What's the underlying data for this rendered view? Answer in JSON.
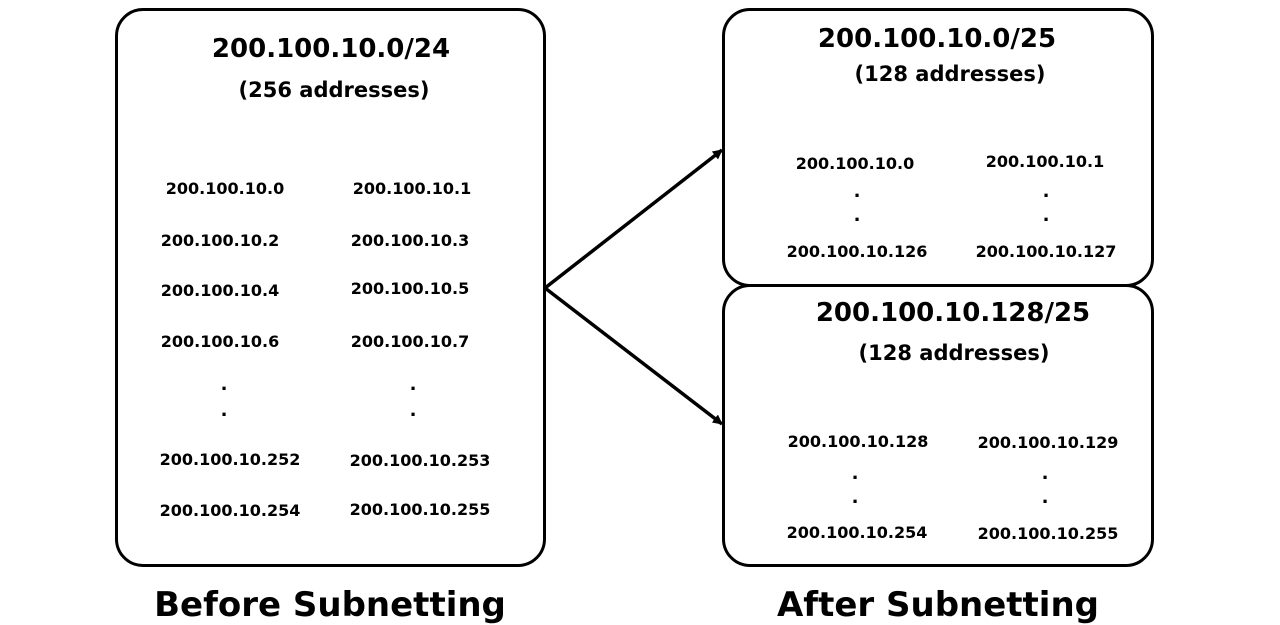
{
  "before": {
    "title": "200.100.10.0/24",
    "subtitle": "(256 addresses)",
    "addresses": {
      "a0": "200.100.10.0",
      "a1": "200.100.10.1",
      "a2": "200.100.10.2",
      "a3": "200.100.10.3",
      "a4": "200.100.10.4",
      "a5": "200.100.10.5",
      "a6": "200.100.10.6",
      "a7": "200.100.10.7",
      "a252": "200.100.10.252",
      "a253": "200.100.10.253",
      "a254": "200.100.10.254",
      "a255": "200.100.10.255"
    },
    "caption": "Before Subnetting"
  },
  "after": {
    "subnet1": {
      "title": "200.100.10.0/25",
      "subtitle": "(128 addresses)",
      "first_left": "200.100.10.0",
      "first_right": "200.100.10.1",
      "last_left": "200.100.10.126",
      "last_right": "200.100.10.127"
    },
    "subnet2": {
      "title": "200.100.10.128/25",
      "subtitle": "(128 addresses)",
      "first_left": "200.100.10.128",
      "first_right": "200.100.10.129",
      "last_left": "200.100.10.254",
      "last_right": "200.100.10.255"
    },
    "caption": "After Subnetting"
  },
  "ellipsis": "."
}
